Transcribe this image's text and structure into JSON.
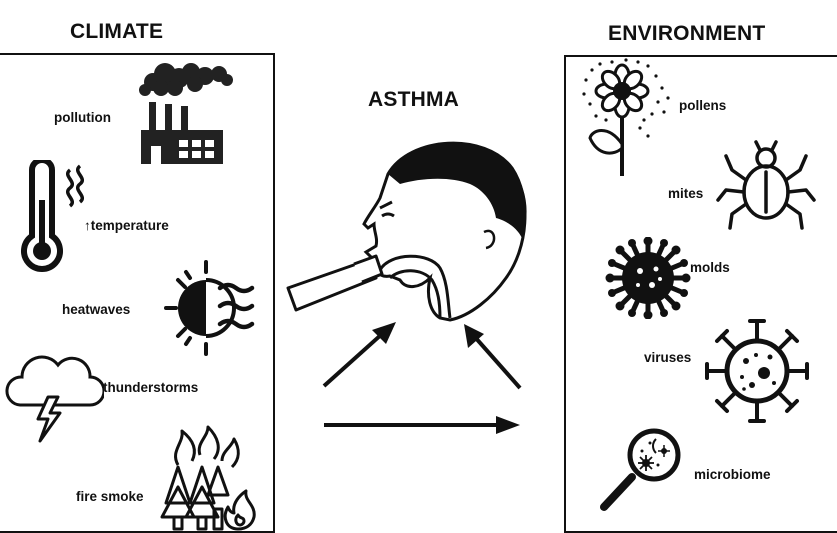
{
  "climate": {
    "title": "CLIMATE",
    "items": [
      {
        "label": "pollution",
        "icon": "factory-icon"
      },
      {
        "label": "↑temperature",
        "icon": "thermometer-icon"
      },
      {
        "label": "heatwaves",
        "icon": "sun-heat-icon"
      },
      {
        "label": "thunderstorms",
        "icon": "storm-cloud-icon"
      },
      {
        "label": "fire smoke",
        "icon": "forest-fire-icon"
      }
    ]
  },
  "center": {
    "title": "ASTHMA",
    "icon": "person-inhaler-icon"
  },
  "environment": {
    "title": "ENVIRONMENT",
    "items": [
      {
        "label": "pollens",
        "icon": "flower-pollen-icon"
      },
      {
        "label": "mites",
        "icon": "mite-icon"
      },
      {
        "label": "molds",
        "icon": "mold-spore-icon"
      },
      {
        "label": "viruses",
        "icon": "virus-icon"
      },
      {
        "label": "microbiome",
        "icon": "magnifier-microbe-icon"
      }
    ]
  }
}
